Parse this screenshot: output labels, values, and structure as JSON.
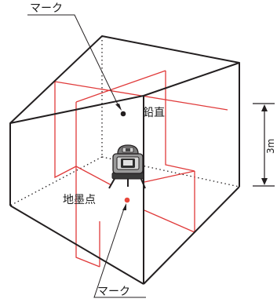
{
  "labels": {
    "mark_top": "マーク",
    "plumb": "鉛直",
    "ground_point": "地墨点",
    "mark_bottom": "マーク",
    "height": "3m"
  },
  "colors": {
    "outline": "#231f20",
    "laser": "#e03a3a",
    "point": "#e8473b",
    "text": "#1a1a1a"
  },
  "icons": {
    "device": "laser-level-device-icon"
  }
}
